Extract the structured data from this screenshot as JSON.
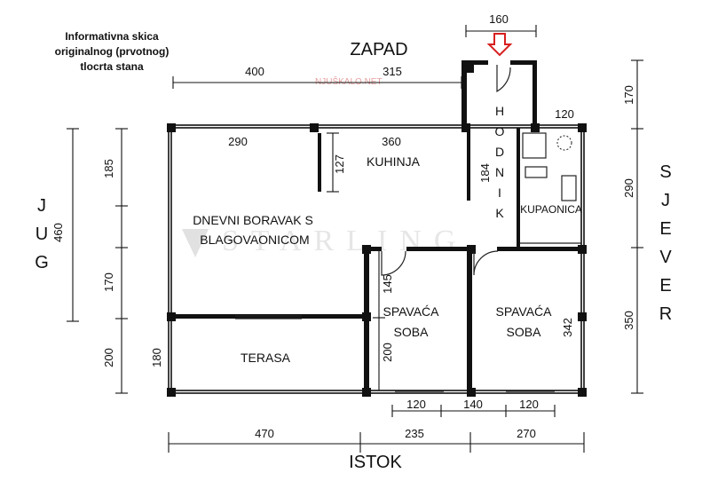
{
  "note": {
    "line1": "Informativna skica",
    "line2": "originalnog (prvotnog)",
    "line3": "tlocrta stana"
  },
  "directions": {
    "west": "ZAPAD",
    "east": "ISTOK",
    "south": [
      "J",
      "U",
      "G"
    ],
    "north": [
      "S",
      "J",
      "E",
      "V",
      "E",
      "R"
    ]
  },
  "rooms": {
    "corridor": [
      "H",
      "O",
      "D",
      "N",
      "I",
      "K"
    ],
    "kitchen": "KUHINJA",
    "living_line1": "DNEVNI BORAVAK S",
    "living_line2": "BLAGOVAONICOM",
    "bathroom": "KUPAONICA",
    "terrace": "TERASA",
    "bedroom1_line1": "SPAVAĆA",
    "bedroom1_line2": "SOBA",
    "bedroom2_line1": "SPAVAĆA",
    "bedroom2_line2": "SOBA"
  },
  "dimensions": {
    "top_entry": "160",
    "top_left": "400",
    "top_right": "315",
    "living_width": "290",
    "kitchen_width": "360",
    "kitchen_depth": "127",
    "corridor_length": "184",
    "bath_width": "120",
    "left_total": "460",
    "left_upper": "185",
    "left_middle": "170",
    "left_lower": "200",
    "terrace_depth": "180",
    "bedroom1_upper": "145",
    "bedroom1_lower": "200",
    "bedroom2_depth": "342",
    "right_top": "170",
    "right_middle": "290",
    "right_lower": "350",
    "window1": "120",
    "window_gap": "140",
    "window2": "120",
    "bottom_left": "470",
    "bottom_middle": "235",
    "bottom_right": "270"
  },
  "watermarks": {
    "main": "STARLING",
    "small": "NJUŠKALO.NET"
  },
  "colors": {
    "walls": "#111111",
    "entry_arrow": "#d81f1f"
  },
  "icons": [
    "entry-arrow-icon",
    "toilet-icon",
    "shower-icon",
    "sink-icon",
    "door-swing-icon"
  ]
}
